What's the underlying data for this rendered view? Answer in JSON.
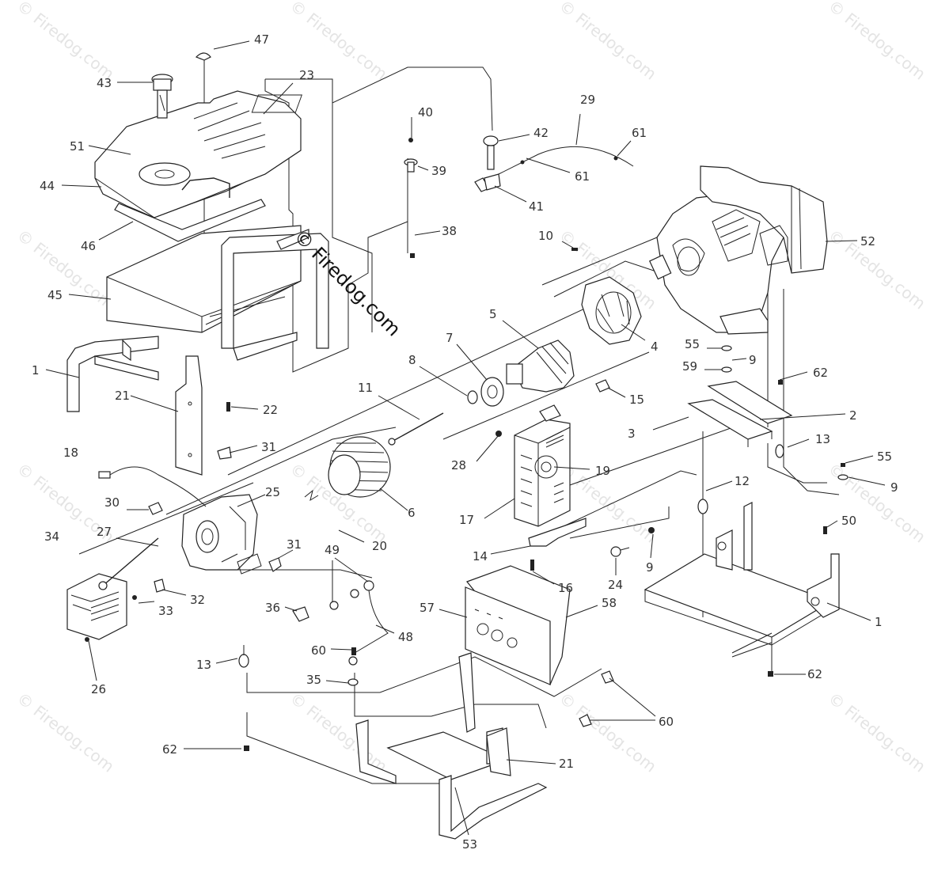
{
  "watermark": {
    "main": "© Firedog.com",
    "tile": "© Firedog.com"
  },
  "colors": {
    "line": "#222222",
    "label": "#333333",
    "watermark": "#e4e4e4",
    "background": "#ffffff"
  },
  "labels": {
    "l47": "47",
    "l43": "43",
    "l23": "23",
    "l51": "51",
    "l44": "44",
    "l46": "46",
    "l45": "45",
    "l1a": "1",
    "l21a": "21",
    "l22": "22",
    "l31a": "31",
    "l18": "18",
    "l30": "30",
    "l27": "27",
    "l25": "25",
    "l34": "34",
    "l33": "33",
    "l32": "32",
    "l26": "26",
    "l31b": "31",
    "l13a": "13",
    "l40": "40",
    "l39": "39",
    "l42": "42",
    "l41": "41",
    "l29": "29",
    "l61a": "61",
    "l61b": "61",
    "l38": "38",
    "l10": "10",
    "l52": "52",
    "l5": "5",
    "l7": "7",
    "l8": "8",
    "l11": "11",
    "l4": "4",
    "l55a": "55",
    "l9a": "9",
    "l59": "59",
    "l62a": "62",
    "l15": "15",
    "l2": "2",
    "l3": "3",
    "l13b": "13",
    "l55b": "55",
    "l9b": "9",
    "l28": "28",
    "l19": "19",
    "l6": "6",
    "l17": "17",
    "l20": "20",
    "l12": "12",
    "l50": "50",
    "l14": "14",
    "l9c": "9",
    "l24": "24",
    "l16": "16",
    "l1b": "1",
    "l49": "49",
    "l36": "36",
    "l48": "48",
    "l57": "57",
    "l58": "58",
    "l60a": "60",
    "l35": "35",
    "l62b": "62",
    "l60b": "60",
    "l21b": "21",
    "l62c": "62",
    "l53": "53"
  }
}
